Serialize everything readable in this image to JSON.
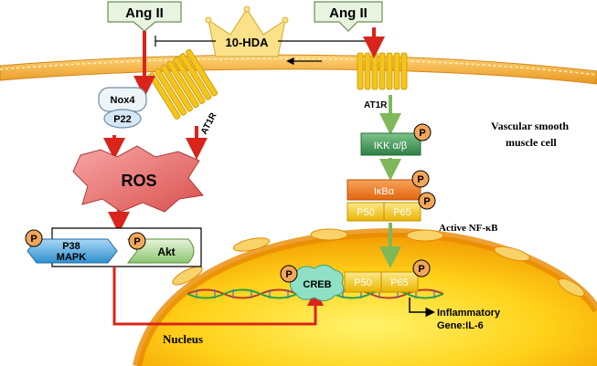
{
  "ligands": {
    "left": "Ang II",
    "right": "Ang II"
  },
  "inhibitor": {
    "label": "10-HDA"
  },
  "receptors": {
    "left": "AT1R",
    "right": "AT1R"
  },
  "complex": {
    "nox": "Nox4",
    "p22": "P22"
  },
  "ros": "ROS",
  "kinases": {
    "p38_line1": "P38",
    "p38_line2": "MAPK",
    "akt": "Akt"
  },
  "phospho": "P",
  "nfkb": {
    "ikk": "IKK α/β",
    "ikba": "IκBα",
    "p50": "P50",
    "p65": "P65",
    "active_label": "Active NF-κB"
  },
  "nucleus": {
    "creb": "CREB",
    "p50": "P50",
    "p65": "P65",
    "gene_line1": "Inflammatory",
    "gene_line2": "Gene:IL-6",
    "label": "Nucleus"
  },
  "cell_label": {
    "line1": "Vascular smooth",
    "line2": "muscle cell"
  },
  "colors": {
    "red_arrow": "#d9241b",
    "green_arrow": "#7fb85a",
    "membrane": "#f0a830",
    "helix": "#f5c518",
    "nucleus": "#f7b500",
    "ikk": "#3e9a5a",
    "ikba": "#f07a1e",
    "p50_p65": "#f5c518",
    "phospho": "#f2a65a",
    "crown": "#fbe28a"
  }
}
